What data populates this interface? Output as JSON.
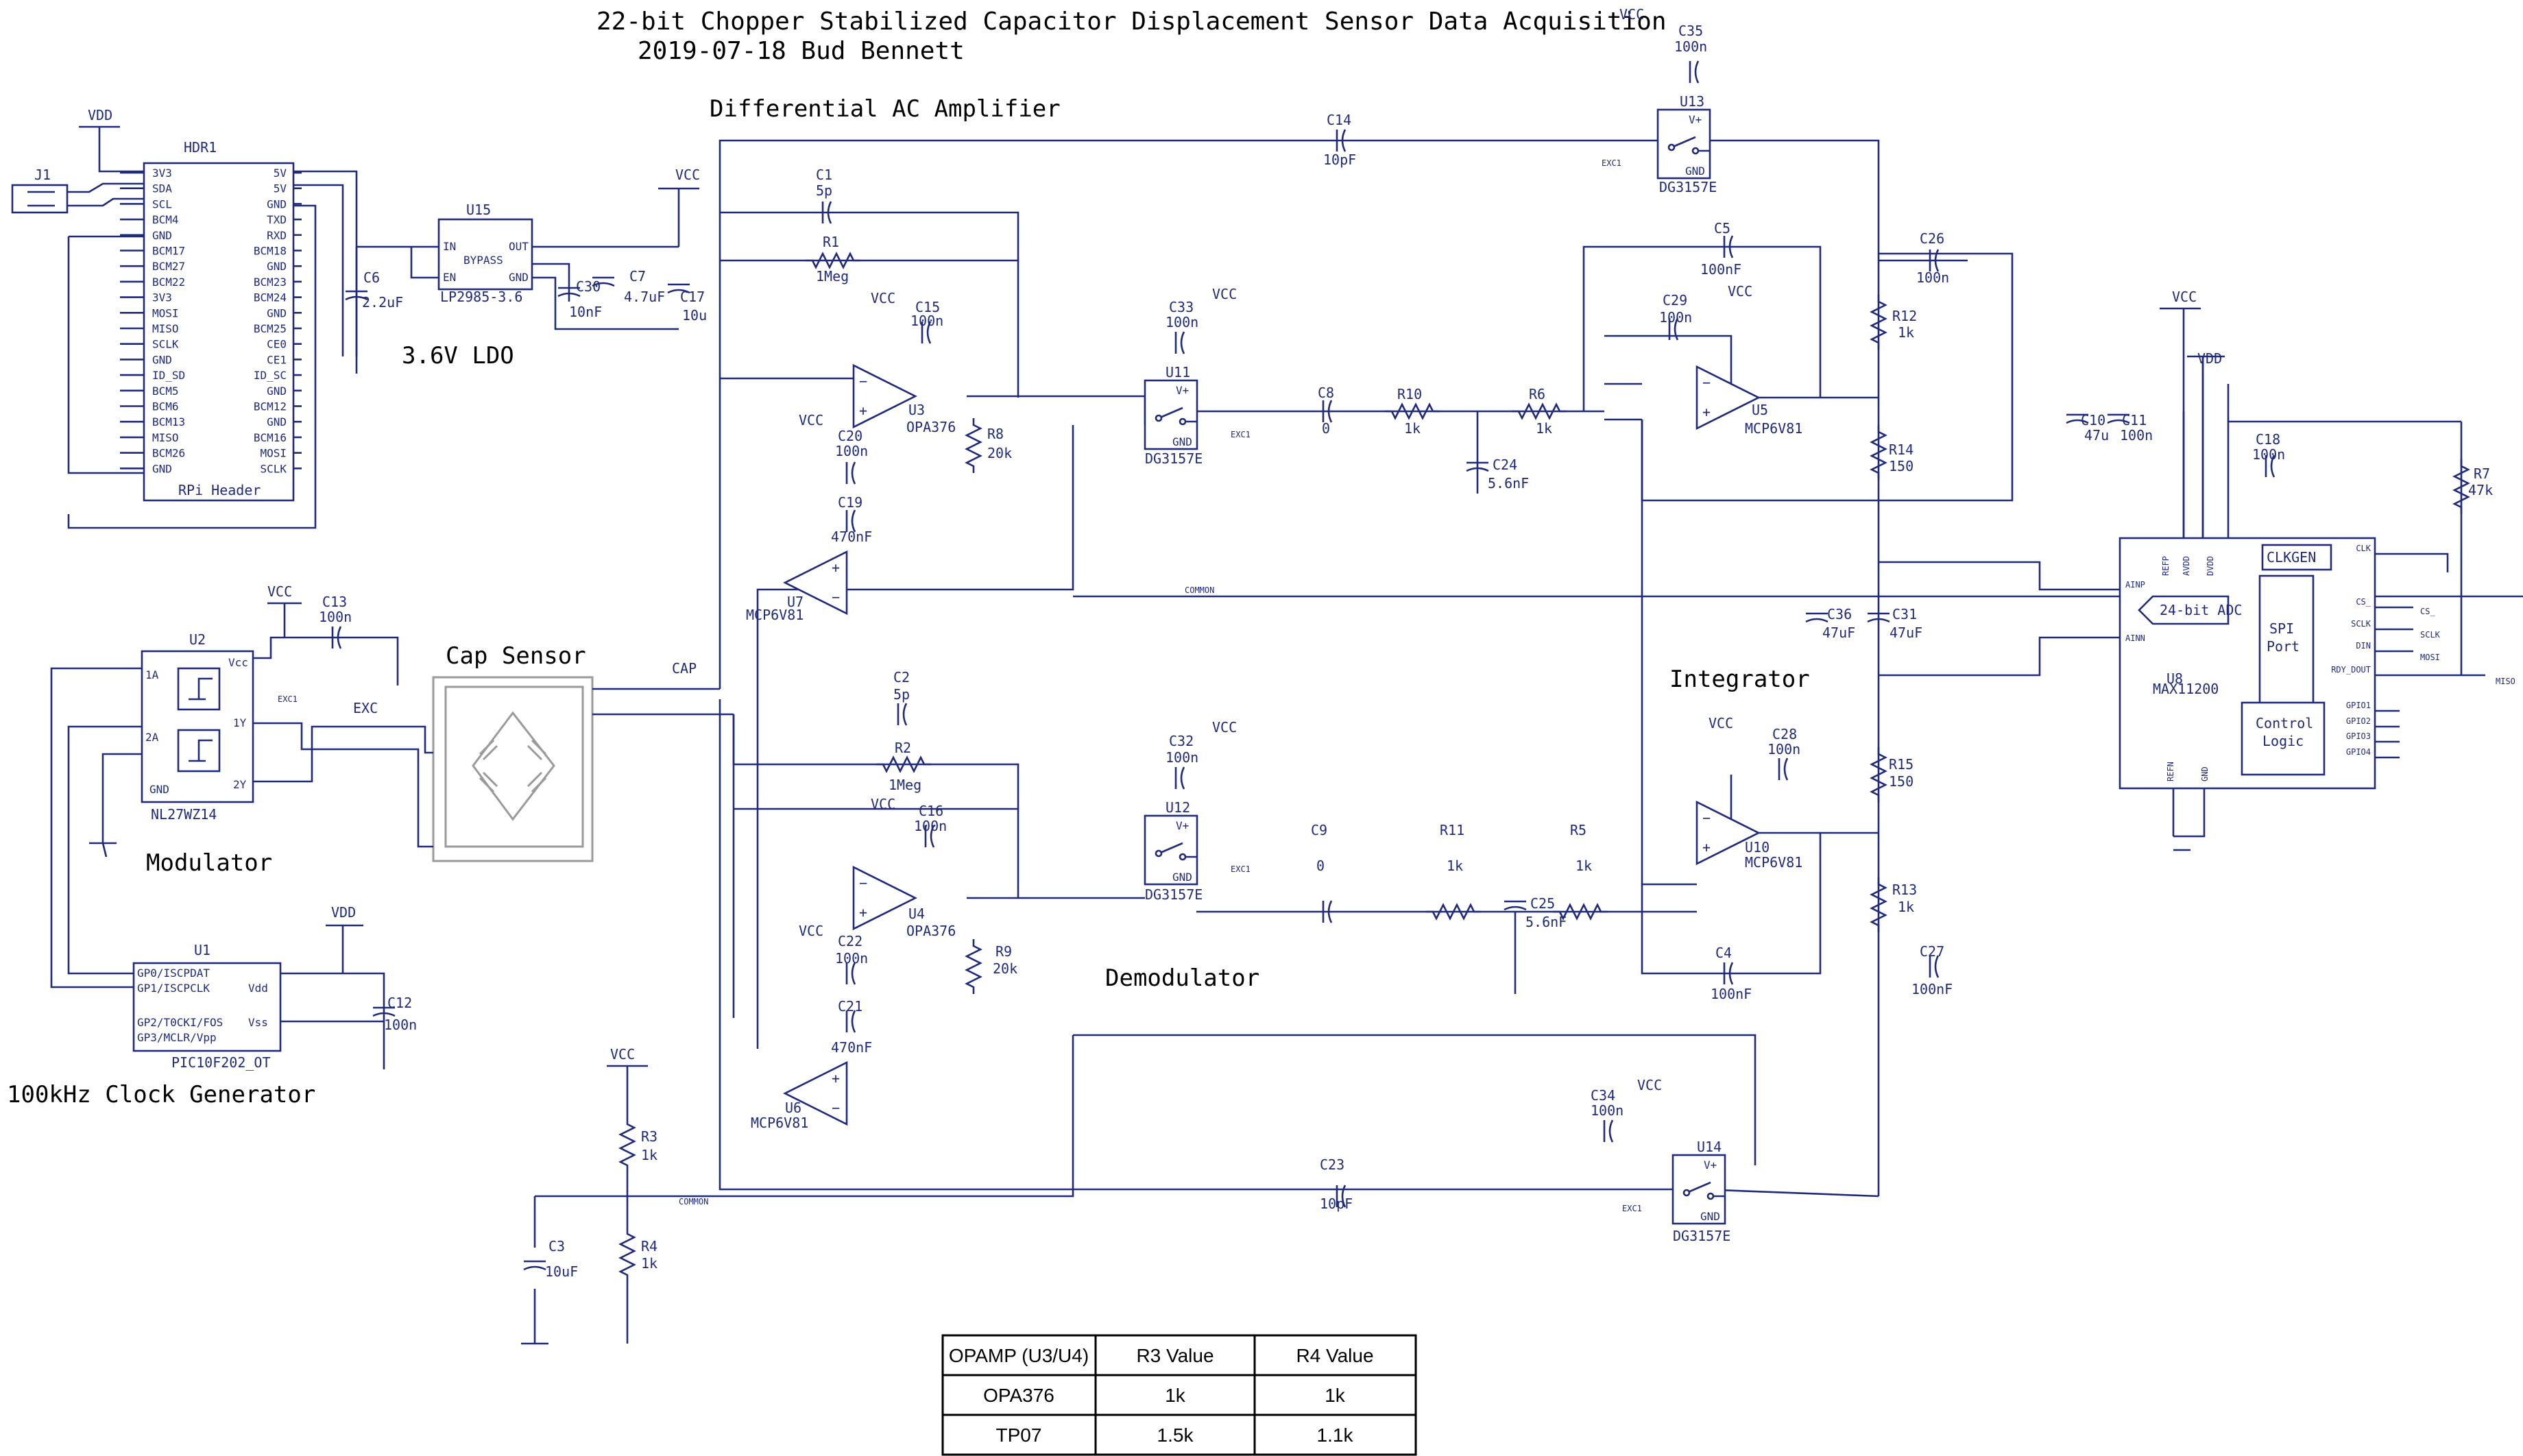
{
  "title": "22-bit Chopper Stabilized Capacitor Displacement Sensor Data Acquisition",
  "subtitle": "2019-07-18 Bud Bennett",
  "sections": {
    "diff_amp": "Differential AC Amplifier",
    "ldo": "3.6V LDO",
    "cap_sensor": "Cap Sensor",
    "modulator": "Modulator",
    "clock": "100kHz Clock Generator",
    "demodulator": "Demodulator",
    "integrator": "Integrator"
  },
  "nets": {
    "vdd": "VDD",
    "vcc": "VCC",
    "common": "COMMON",
    "exc": "EXC",
    "exc1": "EXC1",
    "cap": "CAP",
    "cs": "CS_",
    "sclk": "SCLK",
    "mosi": "MOSI",
    "miso": "MISO"
  },
  "hdr1": {
    "ref": "HDR1",
    "name": "RPi Header",
    "left": [
      "3V3",
      "SDA",
      "SCL",
      "BCM4",
      "GND",
      "BCM17",
      "BCM27",
      "BCM22",
      "3V3",
      "MOSI",
      "MISO",
      "SCLK",
      "GND",
      "ID_SD",
      "BCM5",
      "BCM6",
      "BCM13",
      "MISO",
      "BCM26",
      "GND"
    ],
    "right": [
      "5V",
      "5V",
      "GND",
      "TXD",
      "RXD",
      "BCM18",
      "GND",
      "BCM23",
      "BCM24",
      "GND",
      "BCM25",
      "CE0",
      "CE1",
      "ID_SC",
      "GND",
      "BCM12",
      "GND",
      "BCM16",
      "MOSI",
      "SCLK"
    ]
  },
  "j1": {
    "ref": "J1"
  },
  "u15": {
    "ref": "U15",
    "name": "LP2985-3.6",
    "pins": [
      "IN",
      "OUT",
      "BYPASS",
      "EN",
      "GND"
    ]
  },
  "u13": {
    "ref": "U13",
    "name": "DG3157E"
  },
  "u11": {
    "ref": "U11",
    "name": "DG3157E"
  },
  "u12": {
    "ref": "U12",
    "name": "DG3157E"
  },
  "u14": {
    "ref": "U14",
    "name": "DG3157E"
  },
  "switch_pins": {
    "vplus": "V+",
    "gnd": "GND"
  },
  "u3": {
    "ref": "U3",
    "name": "OPA376"
  },
  "u4": {
    "ref": "U4",
    "name": "OPA376"
  },
  "u5": {
    "ref": "U5",
    "name": "MCP6V81"
  },
  "u10": {
    "ref": "U10",
    "name": "MCP6V81"
  },
  "u6": {
    "ref": "U6",
    "name": "MCP6V81"
  },
  "u7": {
    "ref": "U7",
    "name": "MCP6V81"
  },
  "u2": {
    "ref": "U2",
    "name": "NL27WZ14",
    "pins": [
      "1A",
      "2A",
      "Vcc",
      "1Y",
      "2Y",
      "GND"
    ]
  },
  "u1": {
    "ref": "U1",
    "name": "PIC10F202_OT",
    "pins": [
      "GP0/ISCPDAT",
      "GP1/ISCPCLK",
      "GP2/T0CKI/FOS",
      "GP3/MCLR/Vpp",
      "Vdd",
      "Vss"
    ]
  },
  "u8": {
    "ref": "U8",
    "name": "MAX11200",
    "adc": "24-bit ADC",
    "spi": "SPI",
    "port": "Port",
    "ctl1": "Control",
    "ctl2": "Logic",
    "clkgen": "CLKGEN",
    "pins_top": [
      "REFP",
      "AVDD",
      "DVDD"
    ],
    "pins_left": [
      "AINP",
      "AINN"
    ],
    "pins_bottom": [
      "REFN",
      "GND"
    ],
    "pins_right": [
      "CLK",
      "CS_",
      "SCLK",
      "DIN",
      "RDY_DOUT",
      "GPIO1",
      "GPIO2",
      "GPIO3",
      "GPIO4"
    ]
  },
  "components": {
    "C1": [
      "C1",
      "5p"
    ],
    "R1": [
      "R1",
      "1Meg"
    ],
    "C2": [
      "C2",
      "5p"
    ],
    "R2": [
      "R2",
      "1Meg"
    ],
    "C14": [
      "C14",
      "10pF"
    ],
    "C23": [
      "C23",
      "10pF"
    ],
    "C35": [
      "C35",
      "100n"
    ],
    "C15": [
      "C15",
      "100n"
    ],
    "C16": [
      "C16",
      "100n"
    ],
    "C33": [
      "C33",
      "100n"
    ],
    "C32": [
      "C32",
      "100n"
    ],
    "C34": [
      "C34",
      "100n"
    ],
    "R8": [
      "R8",
      "20k"
    ],
    "R9": [
      "R9",
      "20k"
    ],
    "C20": [
      "C20",
      "100n"
    ],
    "C22": [
      "C22",
      "100n"
    ],
    "C19": [
      "C19",
      "470nF"
    ],
    "C21": [
      "C21",
      "470nF"
    ],
    "C8": [
      "C8",
      "0"
    ],
    "C9": [
      "C9",
      "0"
    ],
    "R10": [
      "R10",
      "1k"
    ],
    "R11": [
      "R11",
      "1k"
    ],
    "R6": [
      "R6",
      "1k"
    ],
    "R5": [
      "R5",
      "1k"
    ],
    "C24": [
      "C24",
      "5.6nF"
    ],
    "C25": [
      "C25",
      "5.6nF"
    ],
    "C5": [
      "C5",
      "100nF"
    ],
    "C4": [
      "C4",
      "100nF"
    ],
    "C29": [
      "C29",
      "100n"
    ],
    "C28": [
      "C28",
      "100n"
    ],
    "R12": [
      "R12",
      "1k"
    ],
    "R13": [
      "R13",
      "1k"
    ],
    "R14": [
      "R14",
      "150"
    ],
    "R15": [
      "R15",
      "150"
    ],
    "C26": [
      "C26",
      "100n"
    ],
    "C27": [
      "C27",
      "100nF"
    ],
    "C36": [
      "C36",
      "47uF"
    ],
    "C31": [
      "C31",
      "47uF"
    ],
    "C10": [
      "C10",
      "47u"
    ],
    "C11": [
      "C11",
      "100n"
    ],
    "C18": [
      "C18",
      "100n"
    ],
    "R7": [
      "R7",
      "47k"
    ],
    "C6": [
      "C6",
      "2.2uF"
    ],
    "C30": [
      "C30",
      "10nF"
    ],
    "C7": [
      "C7",
      "4.7uF"
    ],
    "C17": [
      "C17",
      "10u"
    ],
    "C13": [
      "C13",
      "100n"
    ],
    "C12": [
      "C12",
      "100n"
    ],
    "R3": [
      "R3",
      "1k"
    ],
    "R4": [
      "R4",
      "1k"
    ],
    "C3": [
      "C3",
      "10uF"
    ]
  },
  "table": {
    "headers": [
      "OPAMP (U3/U4)",
      "R3 Value",
      "R4 Value"
    ],
    "rows": [
      [
        "OPA376",
        "1k",
        "1k"
      ],
      [
        "TP07",
        "1.5k",
        "1.1k"
      ]
    ]
  }
}
